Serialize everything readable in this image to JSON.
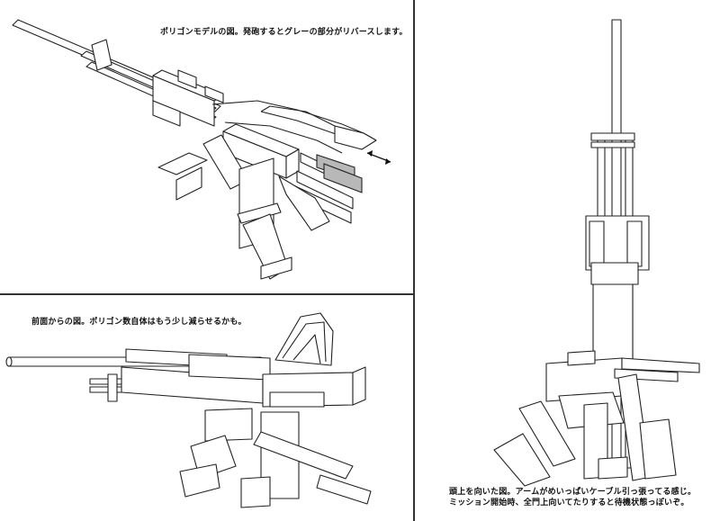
{
  "panels": {
    "isometric": {
      "caption": "ポリゴンモデルの図。発砲するとグレーの部分がリバースします。"
    },
    "front": {
      "caption": "前面からの図。ポリゴン数自体はもう少し減らせるかも。"
    },
    "upward": {
      "caption": "頭上を向いた図。アームがめいっぱいケーブル引っ張ってる感じ。\nミッション開始時、全門上向いてたりすると待機状態っぽいぞ。"
    }
  },
  "colors": {
    "line": "#222222",
    "recoil_part": "#b8b8b8",
    "background": "#ffffff"
  },
  "icons": {
    "recoil_arrow": "double-headed-arrow-icon"
  }
}
